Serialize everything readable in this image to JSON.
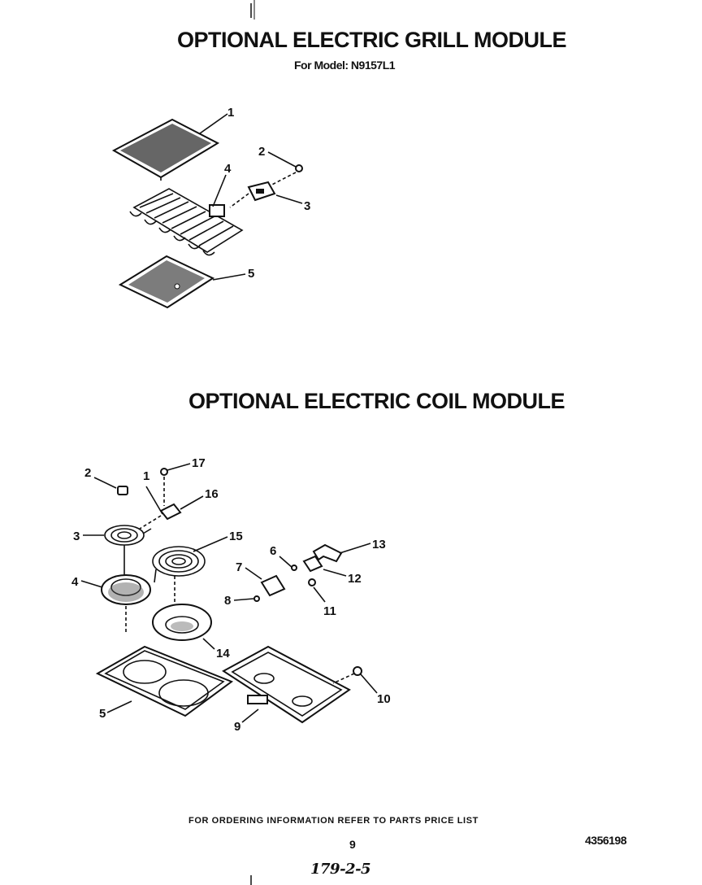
{
  "grill_module": {
    "title": "OPTIONAL ELECTRIC GRILL MODULE",
    "model_line": "For Model: N9157L1",
    "callouts": [
      "1",
      "2",
      "3",
      "4",
      "5"
    ]
  },
  "coil_module": {
    "title": "OPTIONAL ELECTRIC COIL MODULE",
    "callouts": [
      "1",
      "2",
      "3",
      "4",
      "5",
      "6",
      "7",
      "8",
      "9",
      "10",
      "11",
      "12",
      "13",
      "14",
      "15",
      "16",
      "17"
    ]
  },
  "footer": {
    "note": "FOR ORDERING INFORMATION REFER TO PARTS PRICE LIST",
    "page_number": "9",
    "doc_number": "4356198",
    "handwritten": "179-2-5"
  }
}
